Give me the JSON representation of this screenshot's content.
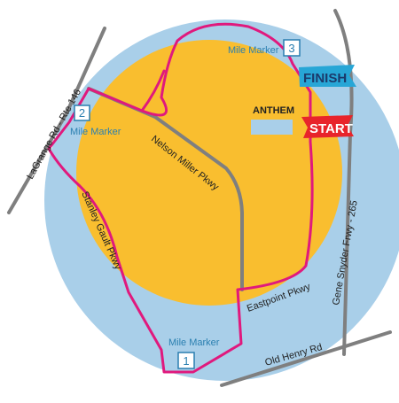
{
  "colors": {
    "outer_circle": "#a9cfe9",
    "inner_circle": "#f9be2f",
    "route": "#e0197d",
    "road": "#7f7f7f",
    "marker_text": "#2a7fb0",
    "finish_flag": "#27a6d6",
    "start_flag": "#e8242b",
    "anthem_box": "#a9cfe9"
  },
  "roads": {
    "lagrange": "LaGrange Rd - Rte 146",
    "nelson_miller": "Nelson Miller Pkwy",
    "stanley_gault": "Stanley Gault Pkwy",
    "eastpoint": "Eastpoint Pkwy",
    "gene_snyder": "Gene Snyder Frwy - 265",
    "old_henry": "Old Henry Rd"
  },
  "markers": [
    {
      "label": "Mile Marker",
      "number": "1"
    },
    {
      "label": "Mile Marker",
      "number": "2"
    },
    {
      "label": "Mile Marker",
      "number": "3"
    }
  ],
  "labels": {
    "anthem": "ANTHEM",
    "finish": "FINISH",
    "start": "START"
  }
}
